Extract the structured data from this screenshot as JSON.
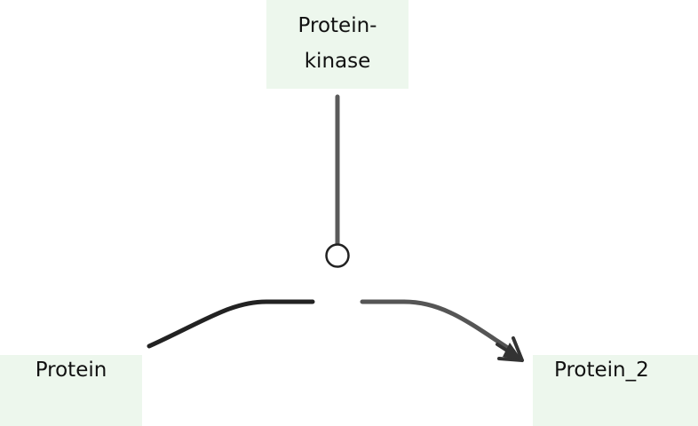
{
  "nodes": {
    "kinase": {
      "label": "Protein-\nkinase"
    },
    "protein": {
      "label": "Protein"
    },
    "protein2": {
      "label": "Protein_2"
    }
  },
  "colors": {
    "node_fill": "#edf7ed",
    "substrate_edge": "#222222",
    "product_edge": "#555555",
    "modifier_edge": "#5a5a5a",
    "arrowhead": "#333333",
    "catalysis_circle_stroke": "#222222",
    "catalysis_circle_fill": "#ffffff"
  },
  "edges": [
    {
      "kind": "consumption",
      "from": "protein",
      "to": "process"
    },
    {
      "kind": "production",
      "from": "process",
      "to": "protein2"
    },
    {
      "kind": "catalysis",
      "from": "kinase",
      "to": "process"
    }
  ]
}
